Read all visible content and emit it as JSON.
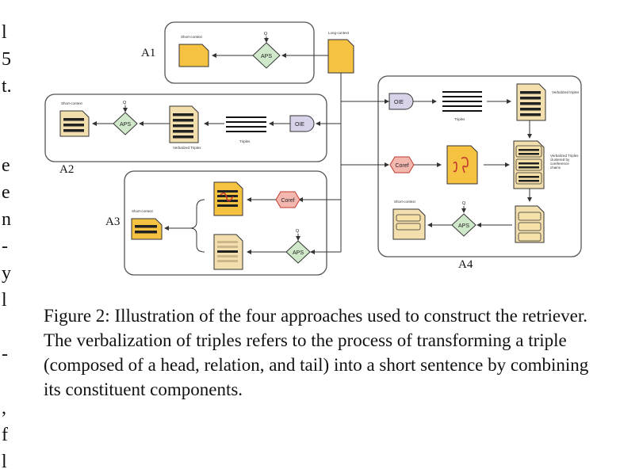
{
  "margin_fragments": [
    "l",
    "5",
    "t.",
    "",
    "e",
    "e",
    "n",
    "-",
    "y",
    "l",
    "-",
    ",",
    "f",
    "l"
  ],
  "panels": {
    "a1": "A1",
    "a2": "A2",
    "a3": "A3",
    "a4": "A4"
  },
  "labels": {
    "long_context": "Long-context",
    "short_context": "Short-context",
    "triples": "Triples",
    "verbalized_triples": "Verbalized Triples",
    "verbalized_triples_a4": "Verbalized triples",
    "clustered": "Verbalized Triples clustered by coreference chains",
    "q": "Q",
    "aps": "APS",
    "oie": "OIE",
    "coref": "Coref"
  },
  "caption": "Figure 2: Illustration of the four approaches used to construct the retriever. The verbalization of triples refers to the process of transforming a triple (composed of a head, relation, and tail) into a short sentence by combining its constituent components.",
  "colors": {
    "doc_fill": "#F6C242",
    "diamond_fill": "#CFE8C9",
    "oie_fill": "#D9D3EA",
    "coref_fill": "#F4B7AF",
    "coref_stroke": "#C23A2E",
    "panel_stroke": "#555555"
  }
}
